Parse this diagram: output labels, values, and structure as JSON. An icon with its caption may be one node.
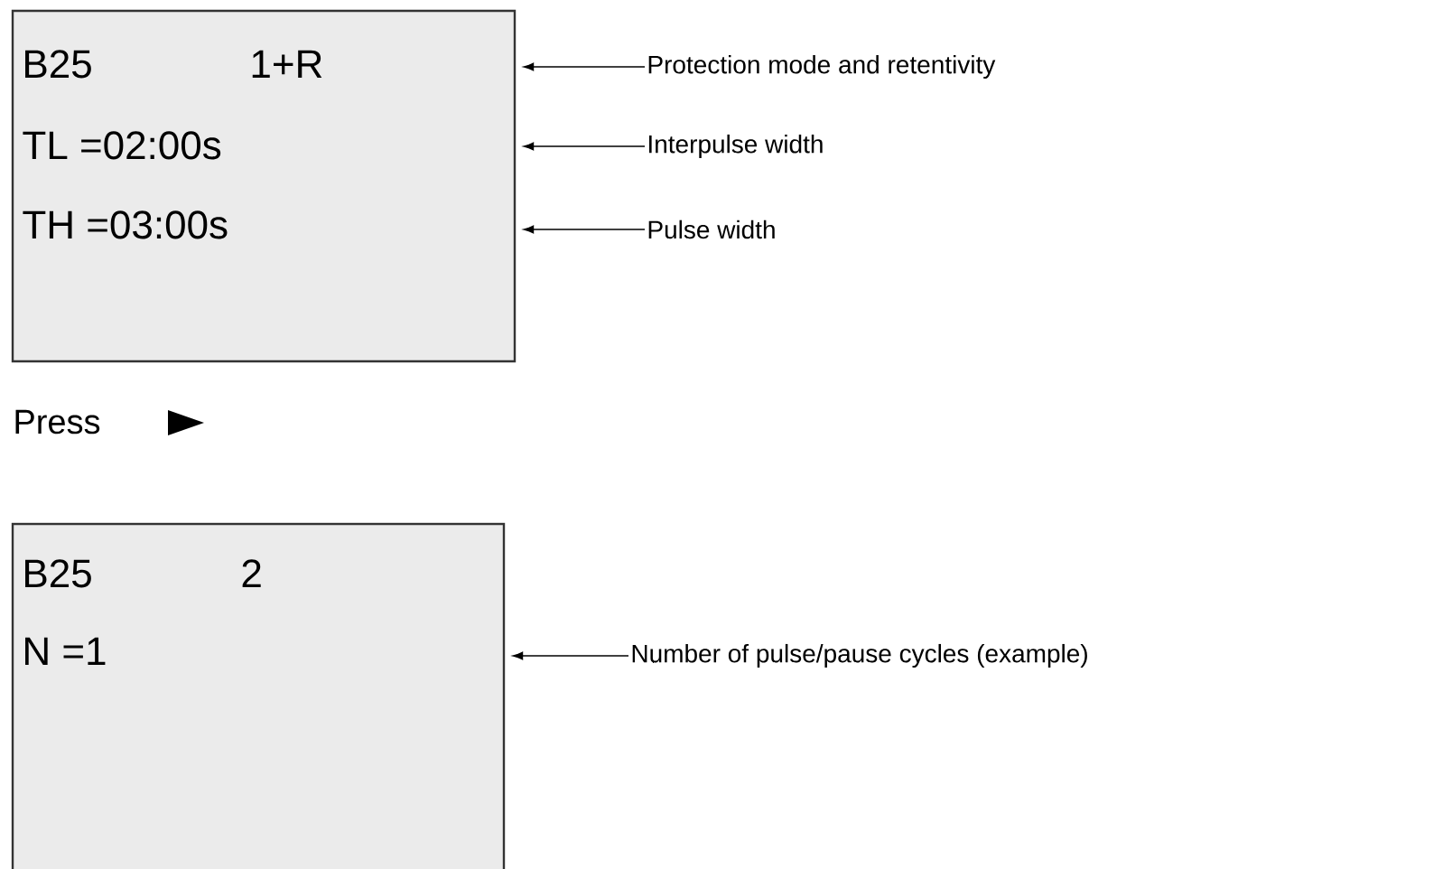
{
  "diagram": {
    "nodes": [
      {
        "text": [
          "B25",
          "1+R",
          "TL =02:00s",
          "TH =03:00s"
        ]
      },
      {
        "text": [
          "Protection mode and retentivity"
        ]
      },
      {
        "text": [
          "Interpulse width"
        ]
      },
      {
        "text": [
          "Pulse width"
        ]
      },
      {
        "text": [
          "B25",
          "2",
          "N =1"
        ]
      },
      {
        "text": [
          "Number of pulse/pause cycles (example)"
        ]
      }
    ],
    "edges": [
      {
        "from": 1,
        "to": 0,
        "arrow": "to"
      },
      {
        "from": 2,
        "to": 0,
        "arrow": "to"
      },
      {
        "from": 3,
        "to": 0,
        "arrow": "to"
      },
      {
        "from": 5,
        "to": 4,
        "arrow": "to"
      }
    ],
    "labels": [
      "Press"
    ]
  }
}
